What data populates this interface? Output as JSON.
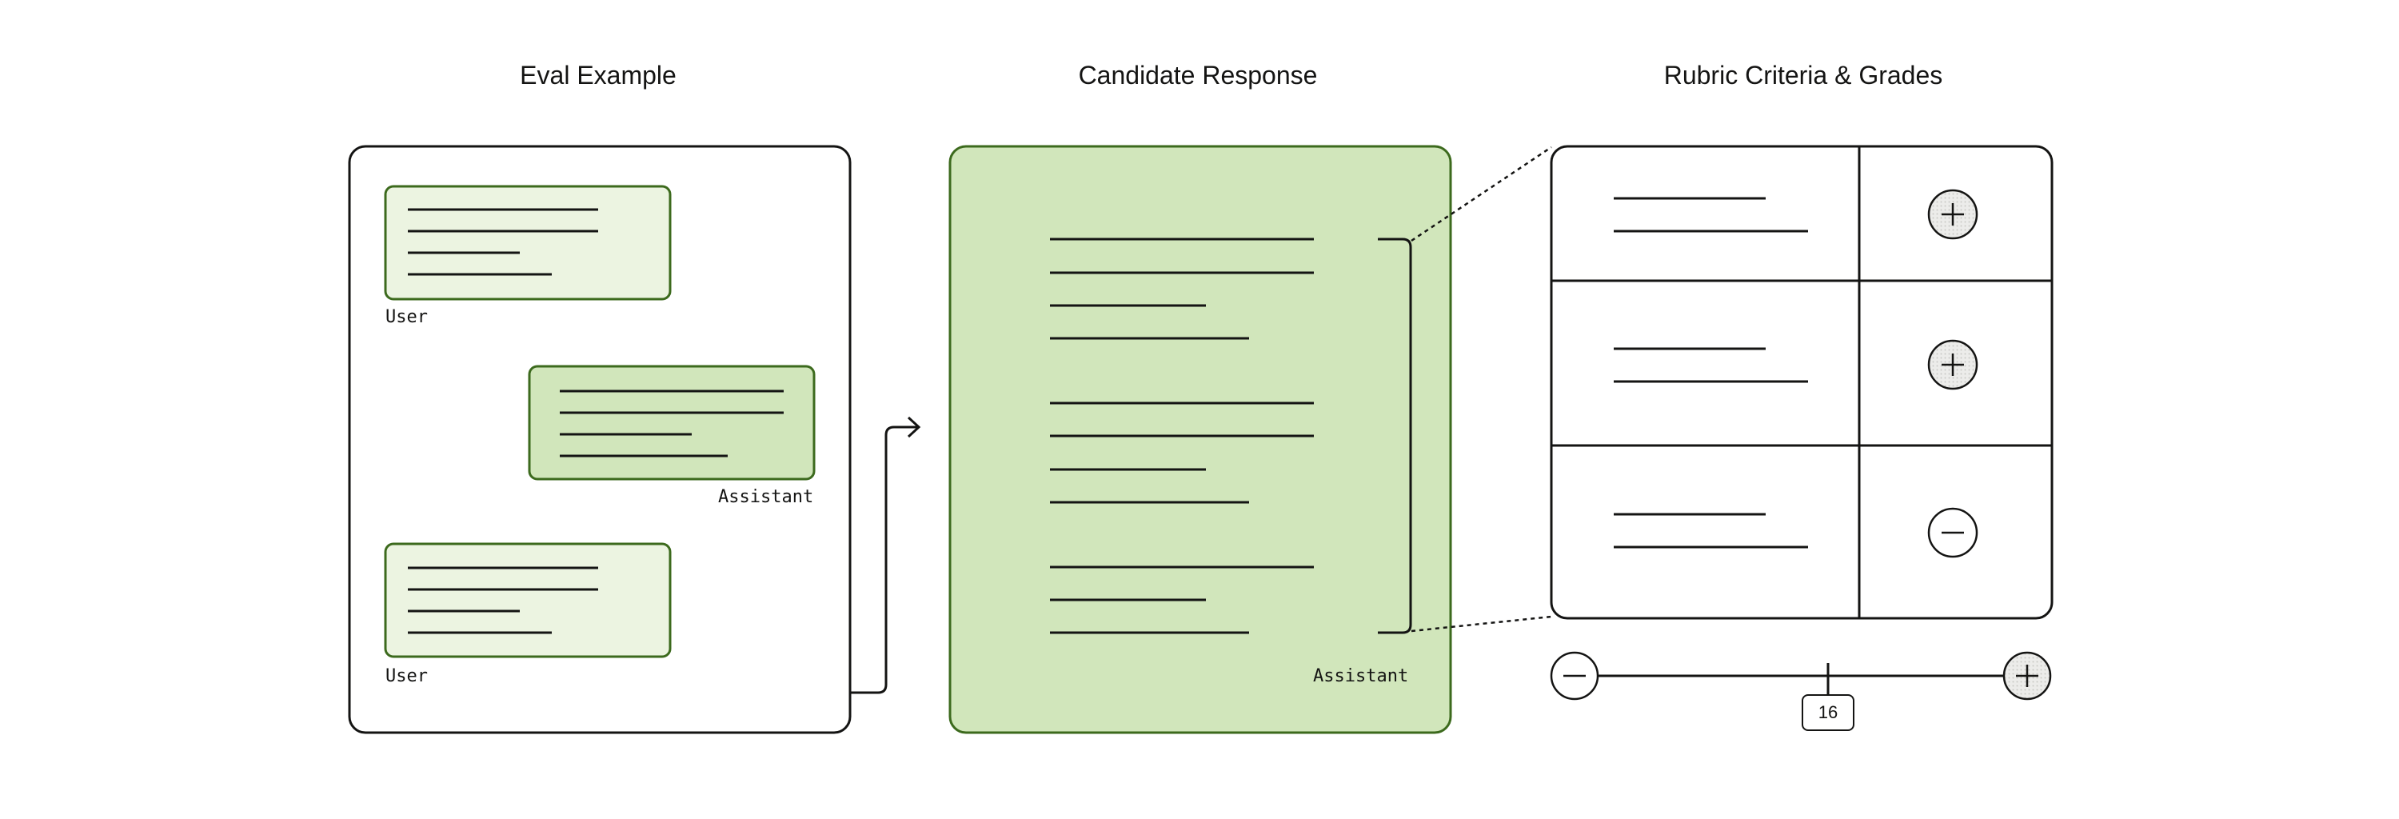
{
  "headings": {
    "eval_example": "Eval Example",
    "candidate_response": "Candidate Response",
    "rubric": "Rubric Criteria & Grades"
  },
  "eval_example": {
    "messages": [
      {
        "role": "User"
      },
      {
        "role": "Assistant"
      },
      {
        "role": "User"
      }
    ]
  },
  "candidate_response": {
    "role": "Assistant"
  },
  "rubric": {
    "grades": [
      "plus",
      "plus",
      "minus"
    ]
  },
  "score": {
    "value": "16"
  },
  "colors": {
    "ink": "#141413",
    "light_green": "#ecf4e1",
    "mid_green": "#d1e6bb",
    "green_border": "#3c6a1d",
    "grade_fill": "#e6e6e4"
  },
  "icons": [
    "plus-circle-icon",
    "minus-circle-icon",
    "arrow-right-icon"
  ]
}
